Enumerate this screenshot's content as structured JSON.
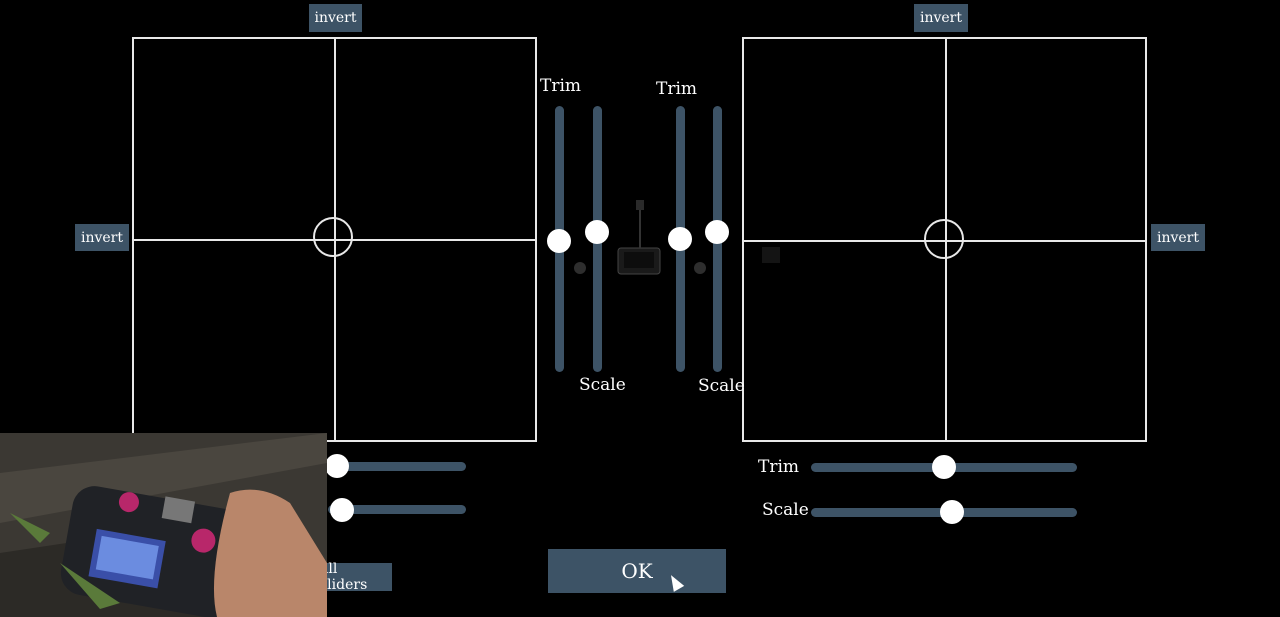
{
  "buttons": {
    "invert_left_top": "invert",
    "invert_left_side": "invert",
    "invert_right_top": "invert",
    "invert_right_side": "invert",
    "reset_all": "all sliders",
    "ok": "OK"
  },
  "labels": {
    "left_trim": "Trim",
    "left_scale": "Scale",
    "right_trim": "Trim",
    "right_scale": "Scale",
    "bottom_right_trim": "Trim",
    "bottom_right_scale": "Scale"
  },
  "sliders": {
    "center_left_trim": 0.52,
    "center_left_scale": 0.51,
    "center_right_trim": 0.52,
    "center_right_scale": 0.5,
    "bottom_left_trim": 0.0,
    "bottom_left_scale": 0.03,
    "bottom_right_trim": 0.5,
    "bottom_right_scale": 0.53
  },
  "colors": {
    "background": "#000000",
    "accent": "#3d5366",
    "lines": "#e8e8e8"
  }
}
